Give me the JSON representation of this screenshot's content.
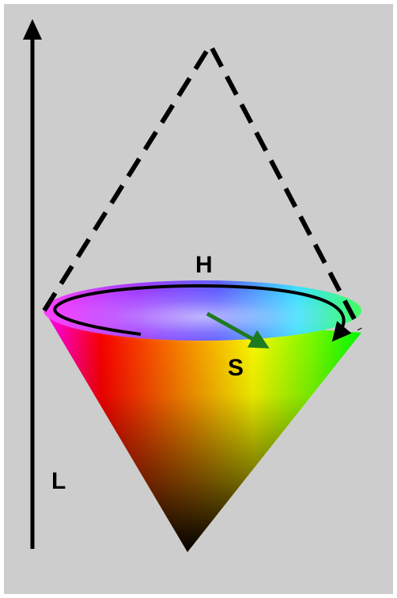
{
  "labels": {
    "hue": "H",
    "saturation": "S",
    "lightness": "L"
  },
  "colors": {
    "background": "#cdcdcd",
    "axis": "#000000",
    "dashed_outline": "#000000",
    "hue_arrow": "#000000",
    "saturation_arrow": "#1e7a1e",
    "hue_label": "#000000",
    "saturation_label": "#000000",
    "lightness_label": "#000000",
    "cone_apex": "#000000"
  },
  "cone_hue_stops": [
    "#ff00ff",
    "#ff0000",
    "#ff8000",
    "#ffff00",
    "#80ff00",
    "#00ff00"
  ]
}
